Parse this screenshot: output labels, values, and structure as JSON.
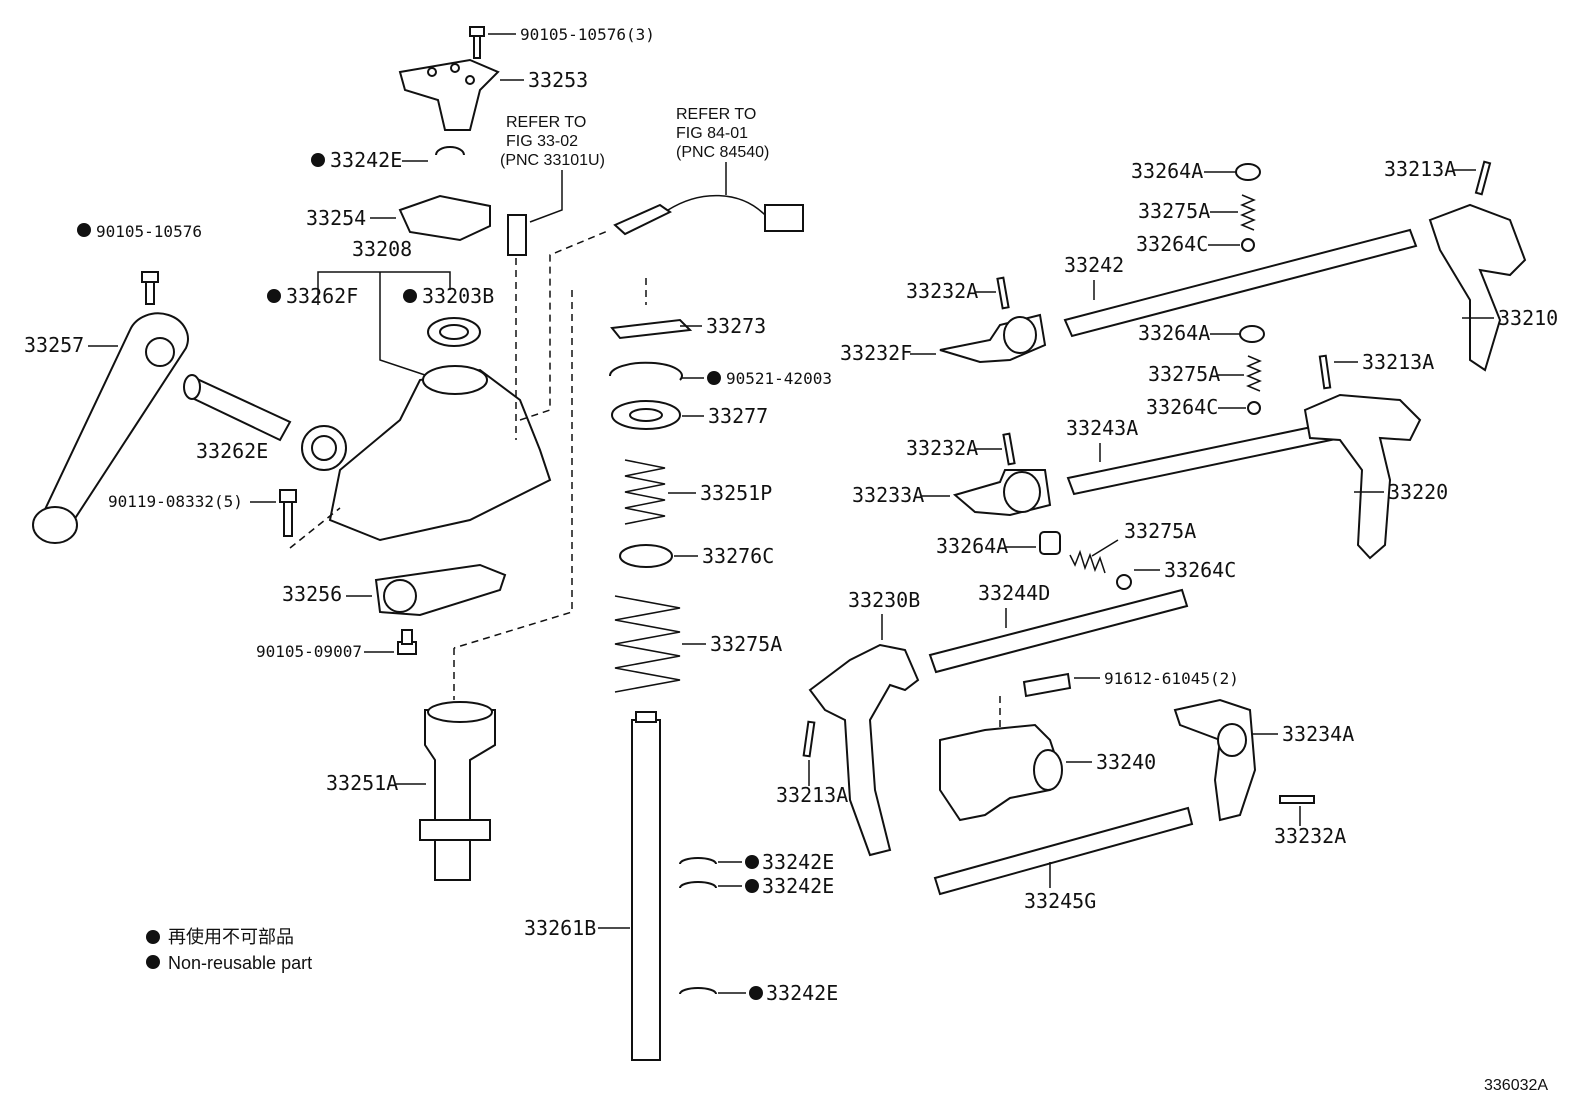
{
  "labels": {
    "l_90105_10576_3": "90105-10576(3)",
    "l_33253": "33253",
    "l_33242E_top": "33242E",
    "l_33254": "33254",
    "l_33208": "33208",
    "l_90105_10576": "90105-10576",
    "l_33262F": "33262F",
    "l_33203B": "33203B",
    "l_33257": "33257",
    "l_33262E": "33262E",
    "l_90119_08332": "90119-08332(5)",
    "l_33256": "33256",
    "l_90105_09007": "90105-09007",
    "l_33251A": "33251A",
    "l_33273": "33273",
    "l_90521_42003": "90521-42003",
    "l_33277": "33277",
    "l_33251P": "33251P",
    "l_33276C": "33276C",
    "l_33275A_spring": "33275A",
    "l_33261B": "33261B",
    "l_33242E_a": "33242E",
    "l_33242E_b": "33242E",
    "l_33242E_c": "33242E",
    "l_33264A_1": "33264A",
    "l_33275A_1": "33275A",
    "l_33264C_1": "33264C",
    "l_33213A_1": "33213A",
    "l_33242": "33242",
    "l_33232A_1": "33232A",
    "l_33232F": "33232F",
    "l_33210": "33210",
    "l_33264A_2": "33264A",
    "l_33275A_2": "33275A",
    "l_33264C_2": "33264C",
    "l_33213A_2": "33213A",
    "l_33243A": "33243A",
    "l_33232A_2": "33232A",
    "l_33233A": "33233A",
    "l_33220": "33220",
    "l_33264A_3": "33264A",
    "l_33275A_3": "33275A",
    "l_33264C_3": "33264C",
    "l_33230B": "33230B",
    "l_33244D": "33244D",
    "l_91612_61045": "91612-61045(2)",
    "l_33234A": "33234A",
    "l_33240": "33240",
    "l_33213A_3": "33213A",
    "l_33232A_3": "33232A",
    "l_33245G": "33245G"
  },
  "refer_notes": {
    "refer1_line1": "REFER TO",
    "refer1_line2": "FIG 33-02",
    "refer1_line3": "(PNC 33101U)",
    "refer2_line1": "REFER TO",
    "refer2_line2": "FIG 84-01",
    "refer2_line3": "(PNC 84540)"
  },
  "legend": {
    "japanese": "再使用不可部品",
    "english": "Non-reusable part"
  },
  "figure_code": "336032A"
}
